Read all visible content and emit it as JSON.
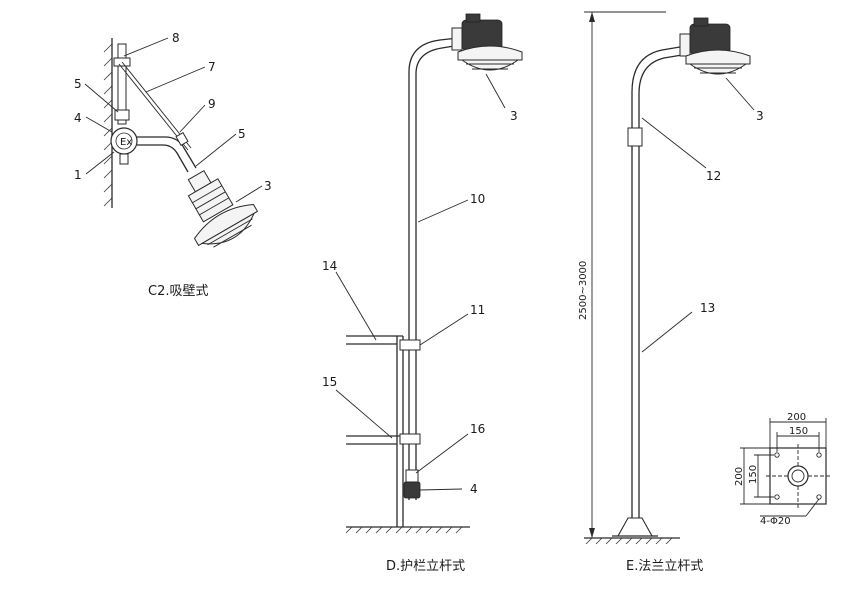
{
  "captions": {
    "c2": "C2.吸壁式",
    "d": "D.护栏立杆式",
    "e": "E.法兰立杆式"
  },
  "callouts": {
    "c2": [
      "8",
      "7",
      "5",
      "9",
      "4",
      "5",
      "1",
      "3"
    ],
    "d": [
      "3",
      "10",
      "14",
      "11",
      "15",
      "16",
      "4"
    ],
    "e": [
      "3",
      "12",
      "13"
    ]
  },
  "dimensions": {
    "pole_height": "2500~3000",
    "flange_outer": "200",
    "flange_inner": "150",
    "flange_height_outer": "200",
    "flange_height_inner": "150",
    "bolt_holes": "4-Φ20"
  },
  "colors": {
    "line": "#2a2a2a",
    "background": "#ffffff"
  }
}
